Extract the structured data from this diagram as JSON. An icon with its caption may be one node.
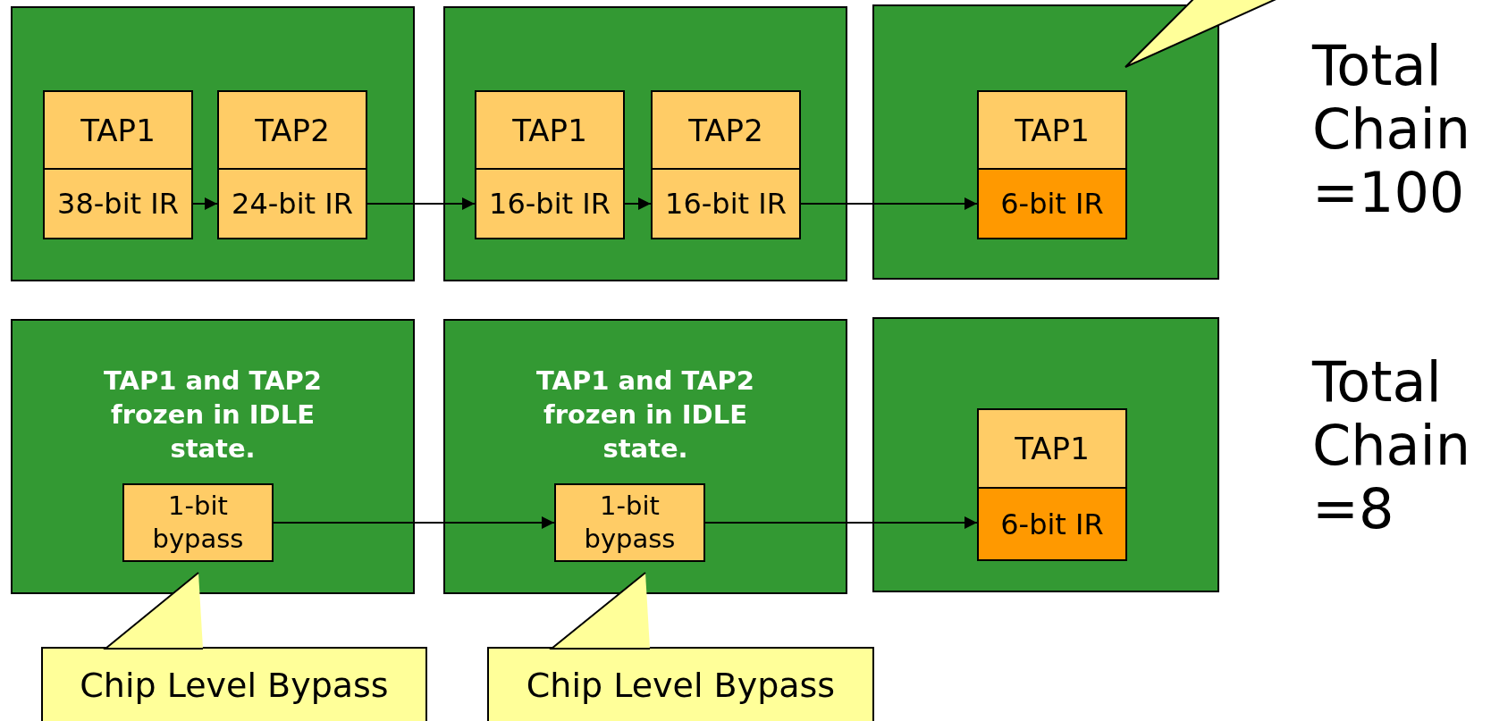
{
  "diagram": {
    "nodes": [
      {
        "text": [],
        "shape": "box"
      },
      {
        "text": [
          "TAP1",
          "38-bit IR"
        ],
        "in": 0
      },
      {
        "text": [
          "TAP2",
          "24-bit IR"
        ],
        "in": 0
      },
      {
        "text": [],
        "shape": "box"
      },
      {
        "text": [
          "TAP1",
          "16-bit IR"
        ],
        "in": 3
      },
      {
        "text": [
          "TAP2",
          "16-bit IR"
        ],
        "in": 3
      },
      {
        "text": [],
        "shape": "box"
      },
      {
        "text": [
          "TAP1",
          "6-bit IR"
        ],
        "in": 6
      },
      {
        "text": [
          "TAP1 and TAP2 frozen in IDLE state."
        ]
      },
      {
        "text": [
          "1-bit bypass"
        ],
        "in": 8
      },
      {
        "text": [
          "TAP1 and TAP2 frozen in IDLE state."
        ]
      },
      {
        "text": [
          "1-bit bypass"
        ],
        "in": 10
      },
      {
        "text": [],
        "shape": "box"
      },
      {
        "text": [
          "TAP1",
          "6-bit IR"
        ],
        "in": 12
      },
      {
        "text": [
          "Chip Level Bypass"
        ]
      },
      {
        "text": [
          "Chip Level Bypass"
        ]
      }
    ],
    "edges": [
      {
        "from": 1,
        "to": 2,
        "arrow": "to"
      },
      {
        "from": 2,
        "to": 4,
        "arrow": "to"
      },
      {
        "from": 4,
        "to": 5,
        "arrow": "to"
      },
      {
        "from": 5,
        "to": 7,
        "arrow": "to"
      },
      {
        "from": 9,
        "to": 11,
        "arrow": "to"
      },
      {
        "from": 11,
        "to": 13,
        "arrow": "to"
      }
    ],
    "labels": [
      "Total Chain =100",
      "Total Chain =8"
    ]
  }
}
